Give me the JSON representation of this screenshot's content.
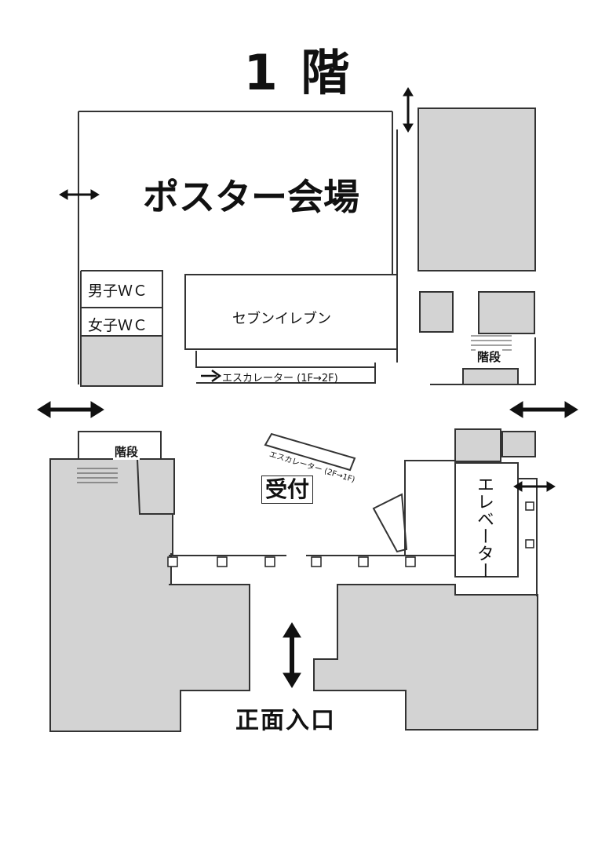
{
  "floor_title": "1 階",
  "poster_hall": "ポスター会場",
  "mens_wc": "男子ＷＣ",
  "womens_wc": "女子ＷＣ",
  "store": "セブンイレブン",
  "escalator_up": "エスカレーター (1F→2F)",
  "escalator_down": "エスカレーター (2F→1F)",
  "stairs_right": "階段",
  "stairs_left": "階段",
  "reception": "受付",
  "entrance": "正面入口",
  "elevator": "エレベーター",
  "colors": {
    "walls": "#222222",
    "grey_area": "#d3d3d3",
    "background": "#ffffff"
  },
  "icons": [
    "double-arrow-icon",
    "arrow-right-icon",
    "pillar-icon"
  ]
}
